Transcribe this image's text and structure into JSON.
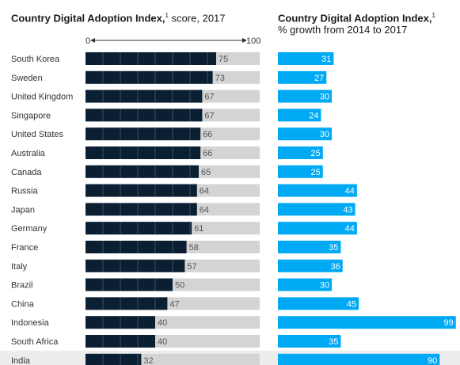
{
  "left_title": {
    "bold": "Country Digital Adoption Index,",
    "sup": "1",
    "rest": " score, 2017"
  },
  "right_title": {
    "bold": "Country Digital Adoption Index,",
    "sup": "1",
    "line2": "% growth from 2014 to 2017"
  },
  "axis": {
    "min_label": "0",
    "max_label": "100"
  },
  "colors": {
    "score_bar": "#0b1f33",
    "track": "#d4d4d4",
    "growth_bar": "#00a9f4",
    "highlight_row": "#ececec"
  },
  "chart_data": [
    {
      "type": "bar",
      "orientation": "horizontal",
      "title": "Country Digital Adoption Index, score, 2017",
      "xlim": [
        0,
        100
      ],
      "categories": [
        "South Korea",
        "Sweden",
        "United Kingdom",
        "Singapore",
        "United States",
        "Australia",
        "Canada",
        "Russia",
        "Japan",
        "Germany",
        "France",
        "Italy",
        "Brazil",
        "China",
        "Indonesia",
        "South Africa",
        "India"
      ],
      "values": [
        75,
        73,
        67,
        67,
        66,
        66,
        65,
        64,
        64,
        61,
        58,
        57,
        50,
        47,
        40,
        40,
        32
      ]
    },
    {
      "type": "bar",
      "orientation": "horizontal",
      "title": "Country Digital Adoption Index, % growth from 2014 to 2017",
      "xlim": [
        0,
        100
      ],
      "categories": [
        "South Korea",
        "Sweden",
        "United Kingdom",
        "Singapore",
        "United States",
        "Australia",
        "Canada",
        "Russia",
        "Japan",
        "Germany",
        "France",
        "Italy",
        "Brazil",
        "China",
        "Indonesia",
        "South Africa",
        "India"
      ],
      "values": [
        31,
        27,
        30,
        24,
        30,
        25,
        25,
        44,
        43,
        44,
        35,
        36,
        30,
        45,
        99,
        35,
        90
      ]
    }
  ]
}
